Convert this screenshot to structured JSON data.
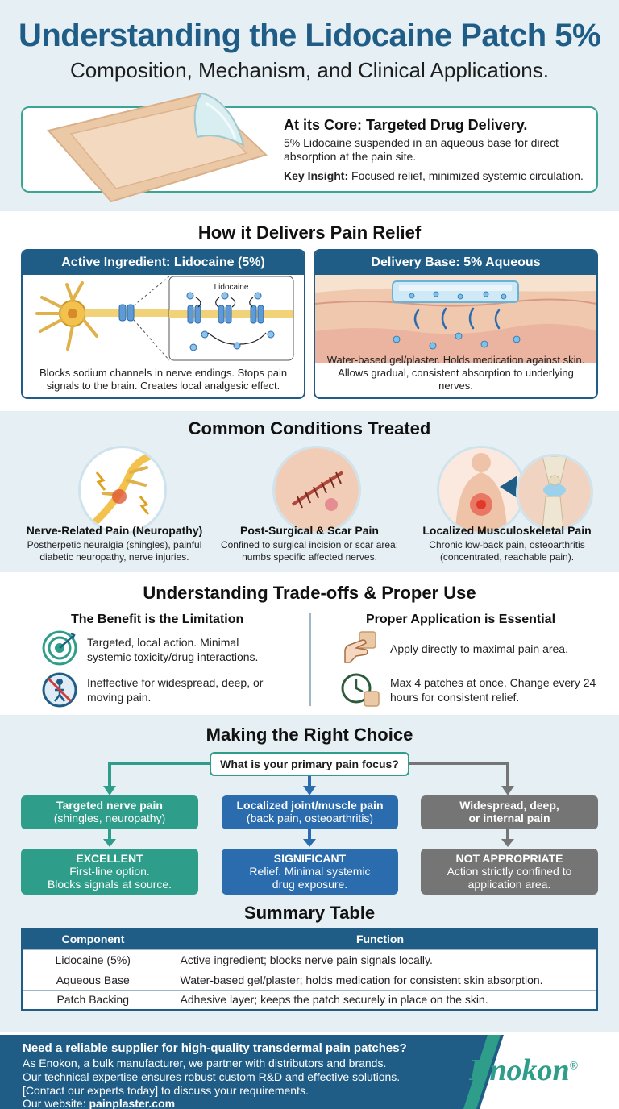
{
  "header": {
    "title": "Understanding the Lidocaine Patch 5%",
    "subtitle": "Composition, Mechanism, and Clinical Applications.",
    "core_heading": "At its Core: Targeted Drug Delivery.",
    "core_body": "5% Lidocaine suspended in an aqueous base for direct absorption at the pain site.",
    "core_insight_label": "Key Insight:",
    "core_insight_text": "Focused relief, minimized systemic circulation."
  },
  "delivery": {
    "title": "How it Delivers Pain Relief",
    "active": {
      "heading": "Active Ingredient: Lidocaine (5%)",
      "diagram_label": "Lidocaine",
      "text": "Blocks sodium channels in nerve endings. Stops pain signals to the brain. Creates local analgesic effect."
    },
    "base": {
      "heading": "Delivery Base: 5% Aqueous",
      "text": "Water-based gel/plaster. Holds medication against skin. Allows gradual, consistent absorption to underlying nerves."
    }
  },
  "conditions": {
    "title": "Common Conditions Treated",
    "items": [
      {
        "title": "Nerve-Related Pain (Neuropathy)",
        "desc": "Postherpetic neuralgia (shingles), painful diabetic neuropathy, nerve injuries.",
        "icon": "nerve-icon"
      },
      {
        "title": "Post-Surgical & Scar Pain",
        "desc": "Confined to surgical incision or scar area; numbs specific affected nerves.",
        "icon": "scar-icon"
      },
      {
        "title": "Localized Musculoskeletal Pain",
        "desc": "Chronic low-back pain, osteoarthritis (concentrated, reachable pain).",
        "icon": "back-knee-icon"
      }
    ]
  },
  "tradeoffs": {
    "title": "Understanding Trade-offs & Proper Use",
    "left_title": "The Benefit is the Limitation",
    "left_items": [
      {
        "text": "Targeted, local action. Minimal systemic toxicity/drug interactions.",
        "icon": "target-icon"
      },
      {
        "text": "Ineffective for widespread, deep, or moving pain.",
        "icon": "no-movement-icon"
      }
    ],
    "right_title": "Proper Application is Essential",
    "right_items": [
      {
        "text": "Apply directly to maximal pain area.",
        "icon": "hand-patch-icon"
      },
      {
        "text": "Max 4 patches at once. Change every 24 hours for consistent relief.",
        "icon": "clock-patch-icon"
      }
    ]
  },
  "choice": {
    "title": "Making the Right Choice",
    "question": "What is your primary pain focus?",
    "options": [
      {
        "line1": "Targeted nerve pain",
        "line2": "(shingles, neuropathy)",
        "result_title": "EXCELLENT",
        "result_line1": "First-line option.",
        "result_line2": "Blocks signals at source.",
        "color": "#2e9d8a"
      },
      {
        "line1": "Localized joint/muscle pain",
        "line2": "(back pain, osteoarthritis)",
        "result_title": "SIGNIFICANT",
        "result_line1": "Relief. Minimal systemic",
        "result_line2": "drug exposure.",
        "color": "#2b6cae"
      },
      {
        "line1": "Widespread, deep,",
        "line2": "or internal pain",
        "result_title": "NOT APPROPRIATE",
        "result_line1": "Action strictly confined to",
        "result_line2": "application area.",
        "color": "#757575"
      }
    ]
  },
  "summary": {
    "title": "Summary Table",
    "headers": [
      "Component",
      "Function"
    ],
    "rows": [
      [
        "Lidocaine (5%)",
        "Active ingredient; blocks nerve pain signals locally."
      ],
      [
        "Aqueous Base",
        "Water-based gel/plaster; holds medication for consistent skin absorption."
      ],
      [
        "Patch Backing",
        "Adhesive layer; keeps the patch securely in place on the skin."
      ]
    ]
  },
  "footer": {
    "heading": "Need a reliable supplier for high-quality transdermal pain patches?",
    "line1": "As Enokon, a bulk manufacturer, we partner with distributors and brands.",
    "line2": "Our technical expertise ensures robust custom R&D and effective solutions.",
    "line3": "[Contact our experts today] to discuss your requirements.",
    "website_label": "Our website:",
    "website": "painplaster.com",
    "logo": "Enokon",
    "logo_mark": "®"
  }
}
